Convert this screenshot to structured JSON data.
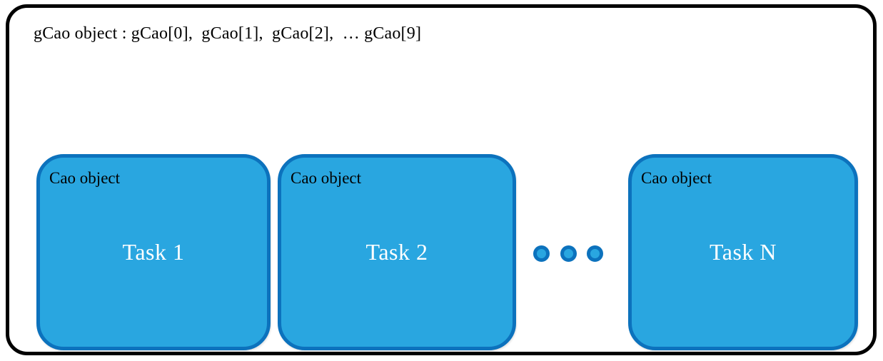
{
  "header": {
    "text": "gCao object : gCao[0],  gCao[1],  gCao[2],  … gCao[9]"
  },
  "boxes": [
    {
      "label": "Cao object",
      "task": "Task 1"
    },
    {
      "label": "Cao object",
      "task": "Task 2"
    },
    {
      "label": "Cao object",
      "task": "Task N"
    }
  ],
  "ellipsis": {
    "dot_count": 3
  },
  "colors": {
    "box_fill": "#29A6E0",
    "box_border": "#0C72BD",
    "frame_border": "#000000",
    "task_text": "#FFFFFF",
    "label_text": "#000000",
    "background": "#FFFFFF"
  }
}
